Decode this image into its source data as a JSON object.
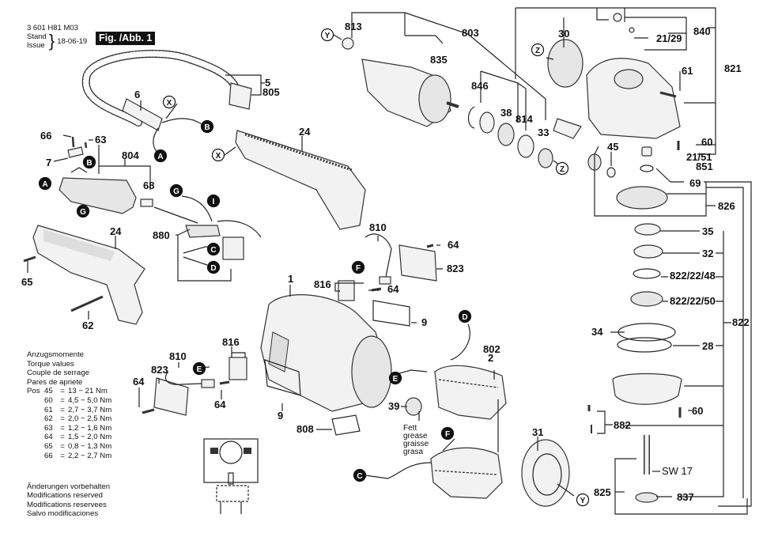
{
  "header": {
    "doc_number": "3 601 H81 M03",
    "stand_label": "Stand",
    "issue_label": "Issue",
    "date": "18-06-19",
    "figure_label": "Fig. /Abb. 1"
  },
  "torque": {
    "titles": [
      "Anzugsmomente",
      "Torque values",
      "Couple de serrage",
      "Pares de apriete"
    ],
    "pos_label": "Pos",
    "rows": [
      {
        "pos": "45",
        "value": "13 − 21 Nm"
      },
      {
        "pos": "60",
        "value": "4,5 − 5,0 Nm"
      },
      {
        "pos": "61",
        "value": "2,7 − 3,7 Nm"
      },
      {
        "pos": "62",
        "value": "2,0 − 2,5 Nm"
      },
      {
        "pos": "63",
        "value": "1,2 − 1,6 Nm"
      },
      {
        "pos": "64",
        "value": "1,5 − 2,0 Nm"
      },
      {
        "pos": "65",
        "value": "0,8 − 1,3 Nm"
      },
      {
        "pos": "66",
        "value": "2,2 − 2,7 Nm"
      }
    ]
  },
  "notes": [
    "Änderungen vorbehalten",
    "Modifications reserved",
    "Modifications reservees",
    "Salvo modificaciones"
  ],
  "grease_note": [
    "Fett",
    "grease",
    "graisse",
    "grasa"
  ],
  "wrench_note": "SW 17",
  "part_labels": {
    "p813": "813",
    "p803": "803",
    "p835": "835",
    "p846": "846",
    "p38": "38",
    "p814": "814",
    "p33": "33",
    "p30": "30",
    "p840": "840",
    "p21_29": "21/29",
    "p821": "821",
    "p61": "61",
    "p60a": "60",
    "p21_51": "21/51",
    "p851": "851",
    "p45": "45",
    "p69": "69",
    "p826": "826",
    "p35": "35",
    "p32": "32",
    "p822_48": "822/22/48",
    "p822_50": "822/22/50",
    "p822": "822",
    "p34": "34",
    "p28": "28",
    "p60b": "60",
    "p882": "882",
    "p825": "825",
    "p837": "837",
    "p31": "31",
    "p5": "5",
    "p805": "805",
    "p6": "6",
    "p66": "66",
    "p63": "63",
    "p7": "7",
    "p804": "804",
    "p68": "68",
    "p24a": "24",
    "p24b": "24",
    "p880": "880",
    "p65": "65",
    "p62": "62",
    "p810a": "810",
    "p64a": "64",
    "p823a": "823",
    "p816a": "816",
    "p64b": "64",
    "p1": "1",
    "p9a": "9",
    "p802": "802",
    "p2": "2",
    "p39": "39",
    "p816b": "816",
    "p810b": "810",
    "p823b": "823",
    "p64c": "64",
    "p64d": "64",
    "p9b": "9",
    "p808": "808"
  },
  "connector_markers": {
    "A": "A",
    "B": "B",
    "C": "C",
    "D": "D",
    "E": "E",
    "F": "F",
    "G": "G",
    "I": "I",
    "X": "X",
    "Y": "Y",
    "Z": "Z"
  }
}
